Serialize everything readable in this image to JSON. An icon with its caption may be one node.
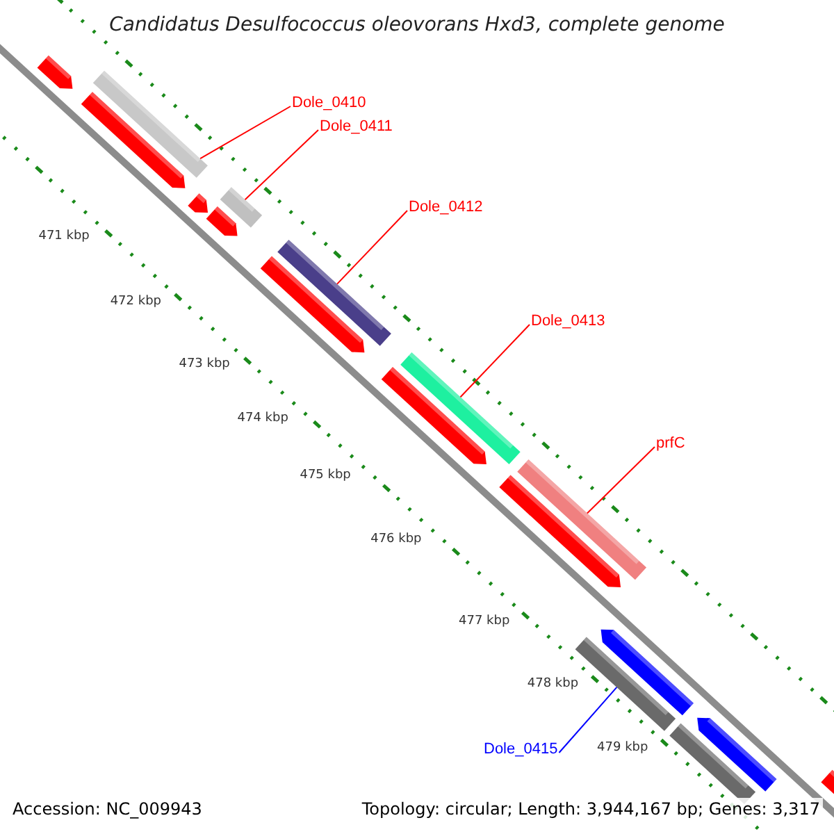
{
  "diagram": {
    "title": "Candidatus Desulfococcus oleovorans Hxd3, complete genome",
    "nodes": [
      {
        "text": [
          "Dole_0410"
        ]
      },
      {
        "text": [
          "Dole_0411"
        ]
      },
      {
        "text": [
          "Dole_0412"
        ]
      },
      {
        "text": [
          "Dole_0413"
        ]
      },
      {
        "text": [
          "prfC"
        ]
      },
      {
        "text": [
          "Dole_0415"
        ]
      },
      {
        "text": [],
        "shape": "bar"
      },
      {
        "text": [],
        "shape": "bar"
      },
      {
        "text": [],
        "shape": "bar"
      },
      {
        "text": [],
        "shape": "bar"
      },
      {
        "text": [],
        "shape": "bar"
      },
      {
        "text": [],
        "shape": "bar"
      }
    ],
    "edges": [
      {
        "from": 0,
        "to": 6,
        "arrow": "none"
      },
      {
        "from": 1,
        "to": 7,
        "arrow": "none"
      },
      {
        "from": 2,
        "to": 8,
        "arrow": "none"
      },
      {
        "from": 3,
        "to": 9,
        "arrow": "none"
      },
      {
        "from": 4,
        "to": 10,
        "arrow": "none"
      },
      {
        "from": 5,
        "to": 11,
        "arrow": "none",
        "color": "#0000ff"
      }
    ],
    "labels": [
      "471 kbp",
      "472 kbp",
      "473 kbp",
      "474 kbp",
      "475 kbp",
      "476 kbp",
      "477 kbp",
      "478 kbp",
      "479 kbp",
      "Accession: NC_009943",
      "Topology: circular; Length: 3,944,167 bp; Genes: 3,317"
    ]
  }
}
